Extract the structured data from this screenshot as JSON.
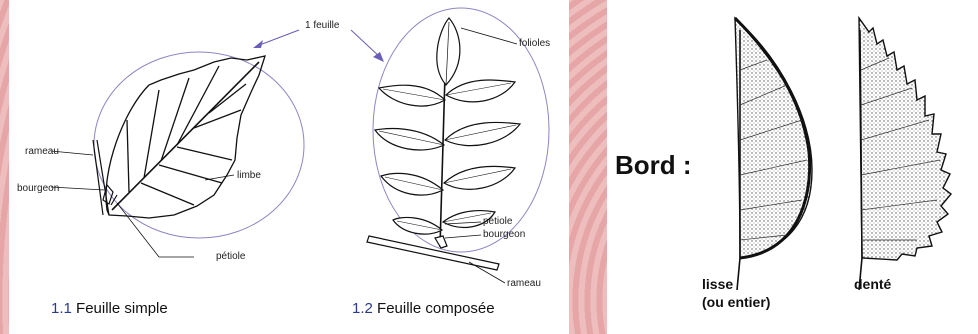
{
  "left": {
    "top_label": "1 feuille",
    "simple": {
      "labels": {
        "rameau": "rameau",
        "bourgeon": "bourgeon",
        "limbe": "limbe",
        "petiole": "pétiole"
      },
      "caption_num": "1.1",
      "caption_text": "Feuille simple"
    },
    "compound": {
      "labels": {
        "folioles": "folioles",
        "petiole": "pétiole",
        "bourgeon": "bourgeon",
        "rameau": "rameau"
      },
      "caption_num": "1.2",
      "caption_text": "Feuille composée"
    }
  },
  "right": {
    "title": "Bord :",
    "smooth_line1": "lisse",
    "smooth_line2": "(ou entier)",
    "toothed": "denté"
  },
  "colors": {
    "ellipse": "#8d86c4",
    "arrow": "#6a5fb8",
    "ink": "#111111"
  }
}
